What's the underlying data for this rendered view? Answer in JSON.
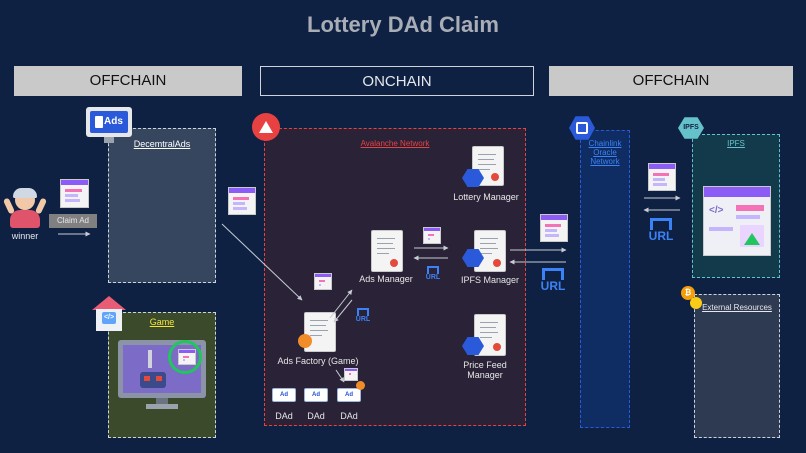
{
  "title": "Lottery DAd Claim",
  "headers": {
    "left": "OFFCHAIN",
    "center": "ONCHAIN",
    "right": "OFFCHAIN"
  },
  "brand": {
    "ads_logo_text": "Ads"
  },
  "left": {
    "actor_label": "winner",
    "claim_button": "Claim Ad",
    "decentral_ads_label": "DecemtralAds",
    "game_label": "Game"
  },
  "onchain": {
    "network_label": "Avalanche Network",
    "lottery_manager": "Lottery Manager",
    "ads_manager": "Ads Manager",
    "ipfs_manager": "IPFS Manager",
    "ads_factory": "Ads Factory (Game)",
    "price_feed_manager": "Price Feed Manager",
    "dad_labels": [
      "DAd",
      "DAd",
      "DAd"
    ],
    "dad_card_text": "Ad"
  },
  "right": {
    "chainlink_label": "Chainlink Oracle Network",
    "ipfs_label": "IPFS",
    "external_label": "External Resources",
    "ipfs_badge": "IPFS"
  },
  "url_text": "URL",
  "colors": {
    "background": "#0f2143",
    "avalanche_red": "#e84142",
    "avalanche_panel": "#2a2338",
    "chainlink_blue": "#2a5ada",
    "ipfs_teal": "#65c2cb",
    "game_yellow": "#f2e63a",
    "game_panel": "#3b4a2b",
    "decentral_panel": "#35465e",
    "url_blue": "#3b82f6"
  }
}
